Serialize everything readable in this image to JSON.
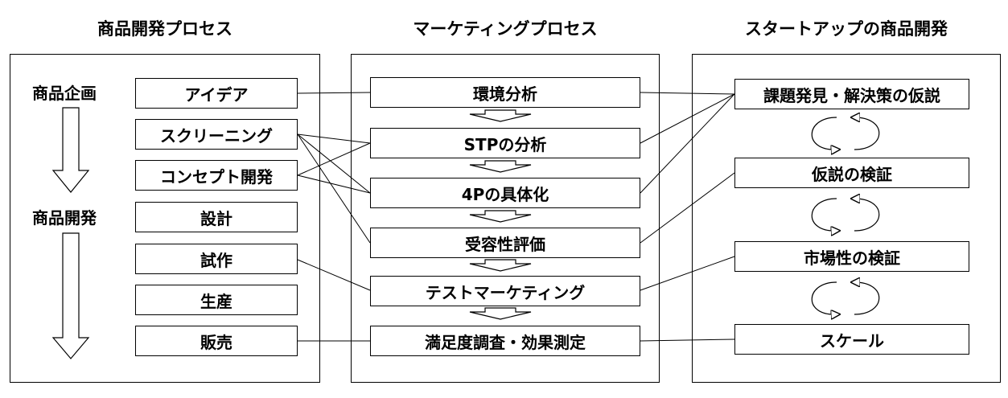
{
  "headers": {
    "product_dev": "商品開発プロセス",
    "marketing": "マーケティングプロセス",
    "startup": "スタートアップの商品開発"
  },
  "left_stages": {
    "planning": "商品企画",
    "development": "商品開発"
  },
  "product_steps": [
    "アイデア",
    "スクリーニング",
    "コンセプト開発",
    "設計",
    "試作",
    "生産",
    "販売"
  ],
  "marketing_steps": [
    "環境分析",
    "STPの分析",
    "4Pの具体化",
    "受容性評価",
    "テストマーケティング",
    "満足度調査・効果測定"
  ],
  "startup_steps": [
    "課題発見・解決策の仮説",
    "仮説の検証",
    "市場性の検証",
    "スケール"
  ]
}
